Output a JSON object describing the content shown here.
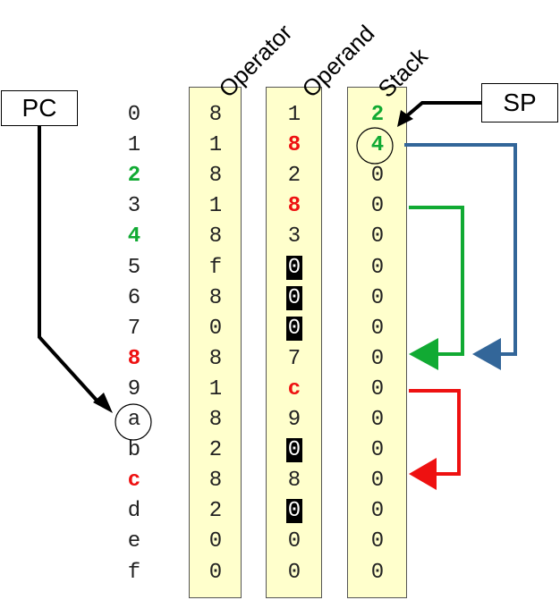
{
  "headers": {
    "operator": "Operator",
    "operand": "Operand",
    "stack": "Stack"
  },
  "labels": {
    "pc": "PC",
    "sp": "SP"
  },
  "colors": {
    "red": "#ee1111",
    "green": "#11aa33",
    "blue": "#336699",
    "highlight_bg": "#ffffcc"
  },
  "addresses": [
    {
      "text": "0",
      "style": ""
    },
    {
      "text": "1",
      "style": ""
    },
    {
      "text": "2",
      "style": "green"
    },
    {
      "text": "3",
      "style": ""
    },
    {
      "text": "4",
      "style": "green"
    },
    {
      "text": "5",
      "style": ""
    },
    {
      "text": "6",
      "style": ""
    },
    {
      "text": "7",
      "style": ""
    },
    {
      "text": "8",
      "style": "red"
    },
    {
      "text": "9",
      "style": ""
    },
    {
      "text": "a",
      "style": "circled"
    },
    {
      "text": "b",
      "style": ""
    },
    {
      "text": "c",
      "style": "red"
    },
    {
      "text": "d",
      "style": ""
    },
    {
      "text": "e",
      "style": ""
    },
    {
      "text": "f",
      "style": ""
    }
  ],
  "operator": [
    {
      "text": "8",
      "style": ""
    },
    {
      "text": "1",
      "style": ""
    },
    {
      "text": "8",
      "style": ""
    },
    {
      "text": "1",
      "style": ""
    },
    {
      "text": "8",
      "style": ""
    },
    {
      "text": "f",
      "style": ""
    },
    {
      "text": "8",
      "style": ""
    },
    {
      "text": "0",
      "style": ""
    },
    {
      "text": "8",
      "style": ""
    },
    {
      "text": "1",
      "style": ""
    },
    {
      "text": "8",
      "style": ""
    },
    {
      "text": "2",
      "style": ""
    },
    {
      "text": "8",
      "style": ""
    },
    {
      "text": "2",
      "style": ""
    },
    {
      "text": "0",
      "style": ""
    },
    {
      "text": "0",
      "style": ""
    }
  ],
  "operand": [
    {
      "text": "1",
      "style": ""
    },
    {
      "text": "8",
      "style": "red"
    },
    {
      "text": "2",
      "style": ""
    },
    {
      "text": "8",
      "style": "red"
    },
    {
      "text": "3",
      "style": ""
    },
    {
      "text": "0",
      "style": "inv"
    },
    {
      "text": "0",
      "style": "inv"
    },
    {
      "text": "0",
      "style": "inv"
    },
    {
      "text": "7",
      "style": ""
    },
    {
      "text": "c",
      "style": "red"
    },
    {
      "text": "9",
      "style": ""
    },
    {
      "text": "0",
      "style": "inv"
    },
    {
      "text": "8",
      "style": ""
    },
    {
      "text": "0",
      "style": "inv"
    },
    {
      "text": "0",
      "style": ""
    },
    {
      "text": "0",
      "style": ""
    }
  ],
  "stack": [
    {
      "text": "2",
      "style": "green"
    },
    {
      "text": "4",
      "style": "green circled"
    },
    {
      "text": "0",
      "style": ""
    },
    {
      "text": "0",
      "style": ""
    },
    {
      "text": "0",
      "style": ""
    },
    {
      "text": "0",
      "style": ""
    },
    {
      "text": "0",
      "style": ""
    },
    {
      "text": "0",
      "style": ""
    },
    {
      "text": "0",
      "style": ""
    },
    {
      "text": "0",
      "style": ""
    },
    {
      "text": "0",
      "style": ""
    },
    {
      "text": "0",
      "style": ""
    },
    {
      "text": "0",
      "style": ""
    },
    {
      "text": "0",
      "style": ""
    },
    {
      "text": "0",
      "style": ""
    },
    {
      "text": "0",
      "style": ""
    }
  ]
}
